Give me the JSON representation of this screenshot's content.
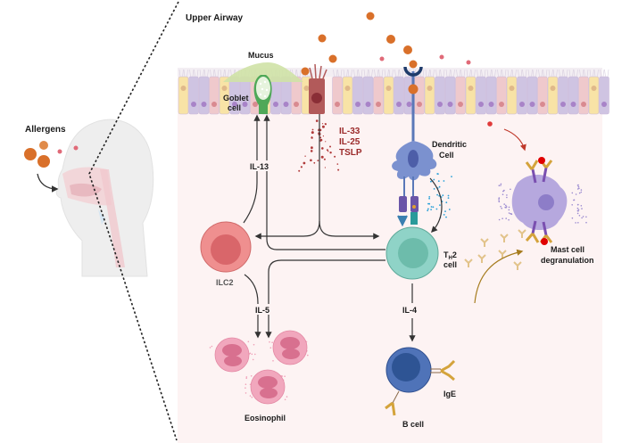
{
  "labels": {
    "allergens": "Allergens",
    "upper_airway": "Upper Airway",
    "mucus": "Mucus",
    "goblet_cell_line1": "Goblet",
    "goblet_cell_line2": "cell",
    "cytokines": [
      "IL-33",
      "IL-25",
      "TSLP"
    ],
    "dendritic_line1": "Dendritic",
    "dendritic_line2": "Cell",
    "il13": "IL-13",
    "ilc2": "ILC2",
    "th2_T": "T",
    "th2_sub": "H",
    "th2_2": "2",
    "th2_cell": "cell",
    "il5": "IL-5",
    "il4": "IL-4",
    "eosinophil": "Eosinophil",
    "b_cell": "B cell",
    "ige": "IgE",
    "mast_line1": "Mast cell",
    "mast_line2": "degranulation"
  },
  "colors": {
    "panel_bg": "#fdf3f3",
    "allergen": "#d9702a",
    "allergen_small": "#e06a78",
    "cytokine_text": "#9b2a2a",
    "ilc2": "#ef8f8f",
    "ilc2_nucleus": "#d9666a",
    "th2": "#8fd3c7",
    "th2_nucleus": "#6dbcab",
    "b_cell": "#4f73b8",
    "b_cell_nucleus": "#2e5494",
    "dendritic": "#7b91cf",
    "mast": "#b6a8de",
    "eosinophil": "#f1a7bd",
    "antibody": "#d4a33b",
    "goblet": "#4fa858",
    "mucus": "#cfe2a6"
  }
}
